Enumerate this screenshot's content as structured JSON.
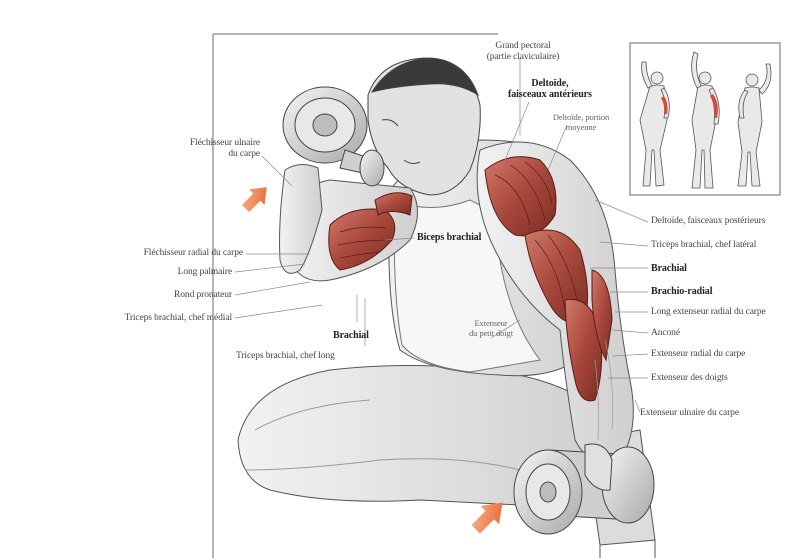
{
  "labels": {
    "grand_pectoral": "Grand pectoral",
    "grand_pectoral_sub": "(partie claviculaire)",
    "deltoide_ant": "Deltoïde,",
    "deltoide_ant_2": "faisceaux antérieurs",
    "deltoide_moy": "Deltoïde, portion",
    "deltoide_moy_2": "moyenne",
    "flechisseur_ulnaire": "Fléchisseur ulnaire",
    "flechisseur_ulnaire_2": "du carpe",
    "flechisseur_radial": "Fléchisseur radial du carpe",
    "long_palmaire": "Long palmaire",
    "rond_pronateur": "Rond pronateur",
    "triceps_medial": "Triceps brachial, chef médial",
    "brachial_left": "Brachial",
    "triceps_long": "Triceps brachial, chef long",
    "biceps": "Biceps brachial",
    "extenseur_petit": "Extenseur",
    "extenseur_petit_2": "du petit doigt",
    "deltoide_post": "Deltoïde, faisceaux postérieurs",
    "triceps_lateral": "Triceps brachial, chef latéral",
    "brachial_right": "Brachial",
    "brachio_radial": "Brachio-radial",
    "long_extenseur": "Long extenseur radial du carpe",
    "ancone": "Anconé",
    "extenseur_radial": "Extenseur radial du carpe",
    "extenseur_doigts": "Extenseur des doigts",
    "extenseur_ulnaire": "Extenseur ulnaire du carpe"
  },
  "colors": {
    "muscle": "#b8574a",
    "muscle_dark": "#7a2d25",
    "arrow": "#ee7a3c",
    "line": "#8a8a8a",
    "skin": "#e6e6e6",
    "outline": "#5a5a5a",
    "highlight": "#d84a3a"
  }
}
